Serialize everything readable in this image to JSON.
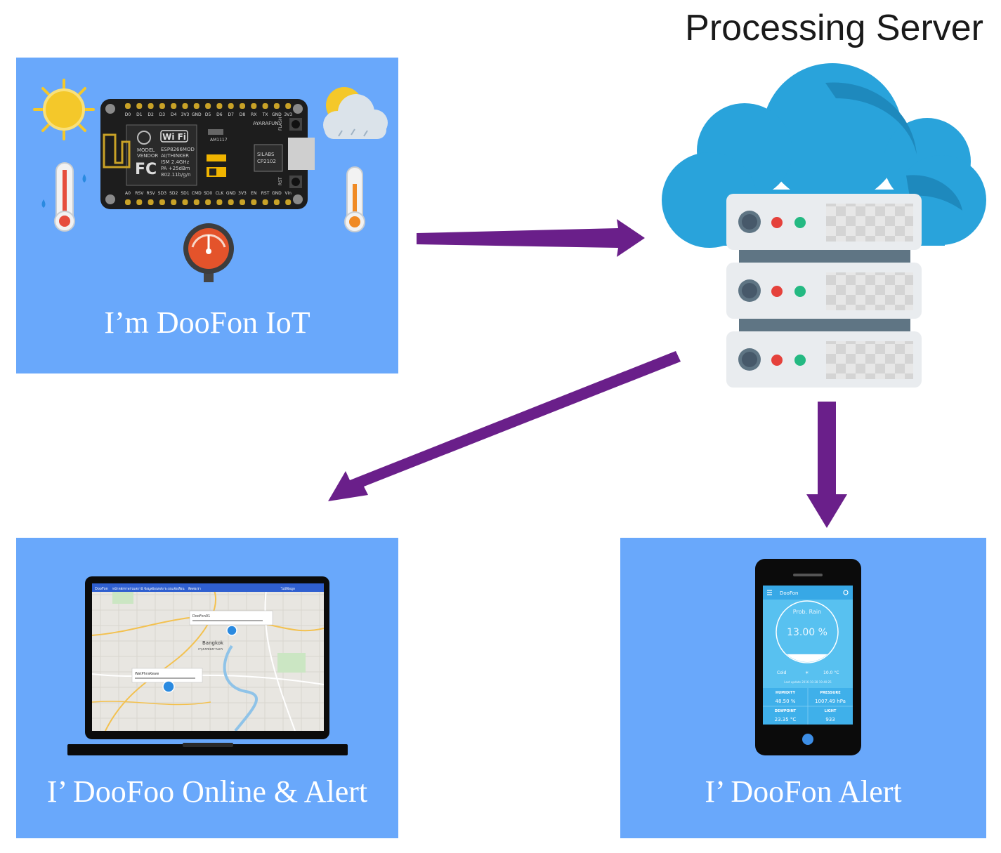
{
  "server": {
    "title": "Processing Server"
  },
  "iot_panel": {
    "title": "I’m DooFon IoT"
  },
  "web_panel": {
    "title": "I’ DooFoo Online & Alert"
  },
  "mobile_panel": {
    "title": "I’ DooFon Alert"
  },
  "board": {
    "top_pins": [
      "D0",
      "D1",
      "D2",
      "D3",
      "D4",
      "3V3",
      "GND",
      "D5",
      "D6",
      "D7",
      "D8",
      "RX",
      "TX",
      "GND",
      "3V3"
    ],
    "bottom_pins": [
      "A0",
      "RSV",
      "RSV",
      "SD3",
      "SD2",
      "SD1",
      "CMD",
      "SD0",
      "CLK",
      "GND",
      "3V3",
      "EN",
      "RST",
      "GND",
      "Vin"
    ],
    "wifi": "Wi Fi",
    "module_lines": [
      "ESP8266MOD",
      "AI/THINKER",
      "ISM 2.4GHz",
      "PA +25dBm",
      "802.11b/g/n"
    ],
    "model_lines": [
      "MODEL",
      "VENDOR"
    ],
    "fc": "FC",
    "regulator": "AM1117",
    "brand": "AYARAFUN",
    "chip_lines": [
      "SILABS",
      "CP2102"
    ],
    "flash": "FLASH",
    "rst": "RST"
  },
  "laptop": {
    "nav_brand": "DooFon",
    "nav_items": [
      "หน้าหลัก",
      "ภาพรวมสถานี",
      "ข้อมูลย้อนหลัง",
      "ระบบแจ้งเตือน",
      "ติดต่อเรา"
    ],
    "nav_right": "ไม่มีข้อมูล",
    "map_city": "Bangkok",
    "map_city_th": "กรุงเทพมหานคร",
    "popup1_title": "DooFon01",
    "popup2_title": "WatPhraKeaw"
  },
  "phone": {
    "app_title": "DooFon",
    "gauge_label": "Prob. Rain",
    "gauge_value": "13.00 %",
    "gauge_fill": 0.13,
    "cond_label": "Cold",
    "temperature": "10.0 °C",
    "updated": "Last update 2016-10-28 19:40:25",
    "stats": [
      {
        "label": "HUMIDITY",
        "value": "48.50 %"
      },
      {
        "label": "PRESSURE",
        "value": "1007.49 hPa"
      },
      {
        "label": "DEWPOINT",
        "value": "23.35 °C"
      },
      {
        "label": "LIGHT",
        "value": "933"
      }
    ]
  },
  "colors": {
    "panel": "#69a8fb",
    "arrow": "#6a1f8a",
    "cloud": "#29a3db",
    "cloud_dark": "#1e89bd",
    "server_body": "#e9ecef",
    "server_gap": "#5f7584",
    "led_red": "#e5413b",
    "led_green": "#24b982"
  }
}
